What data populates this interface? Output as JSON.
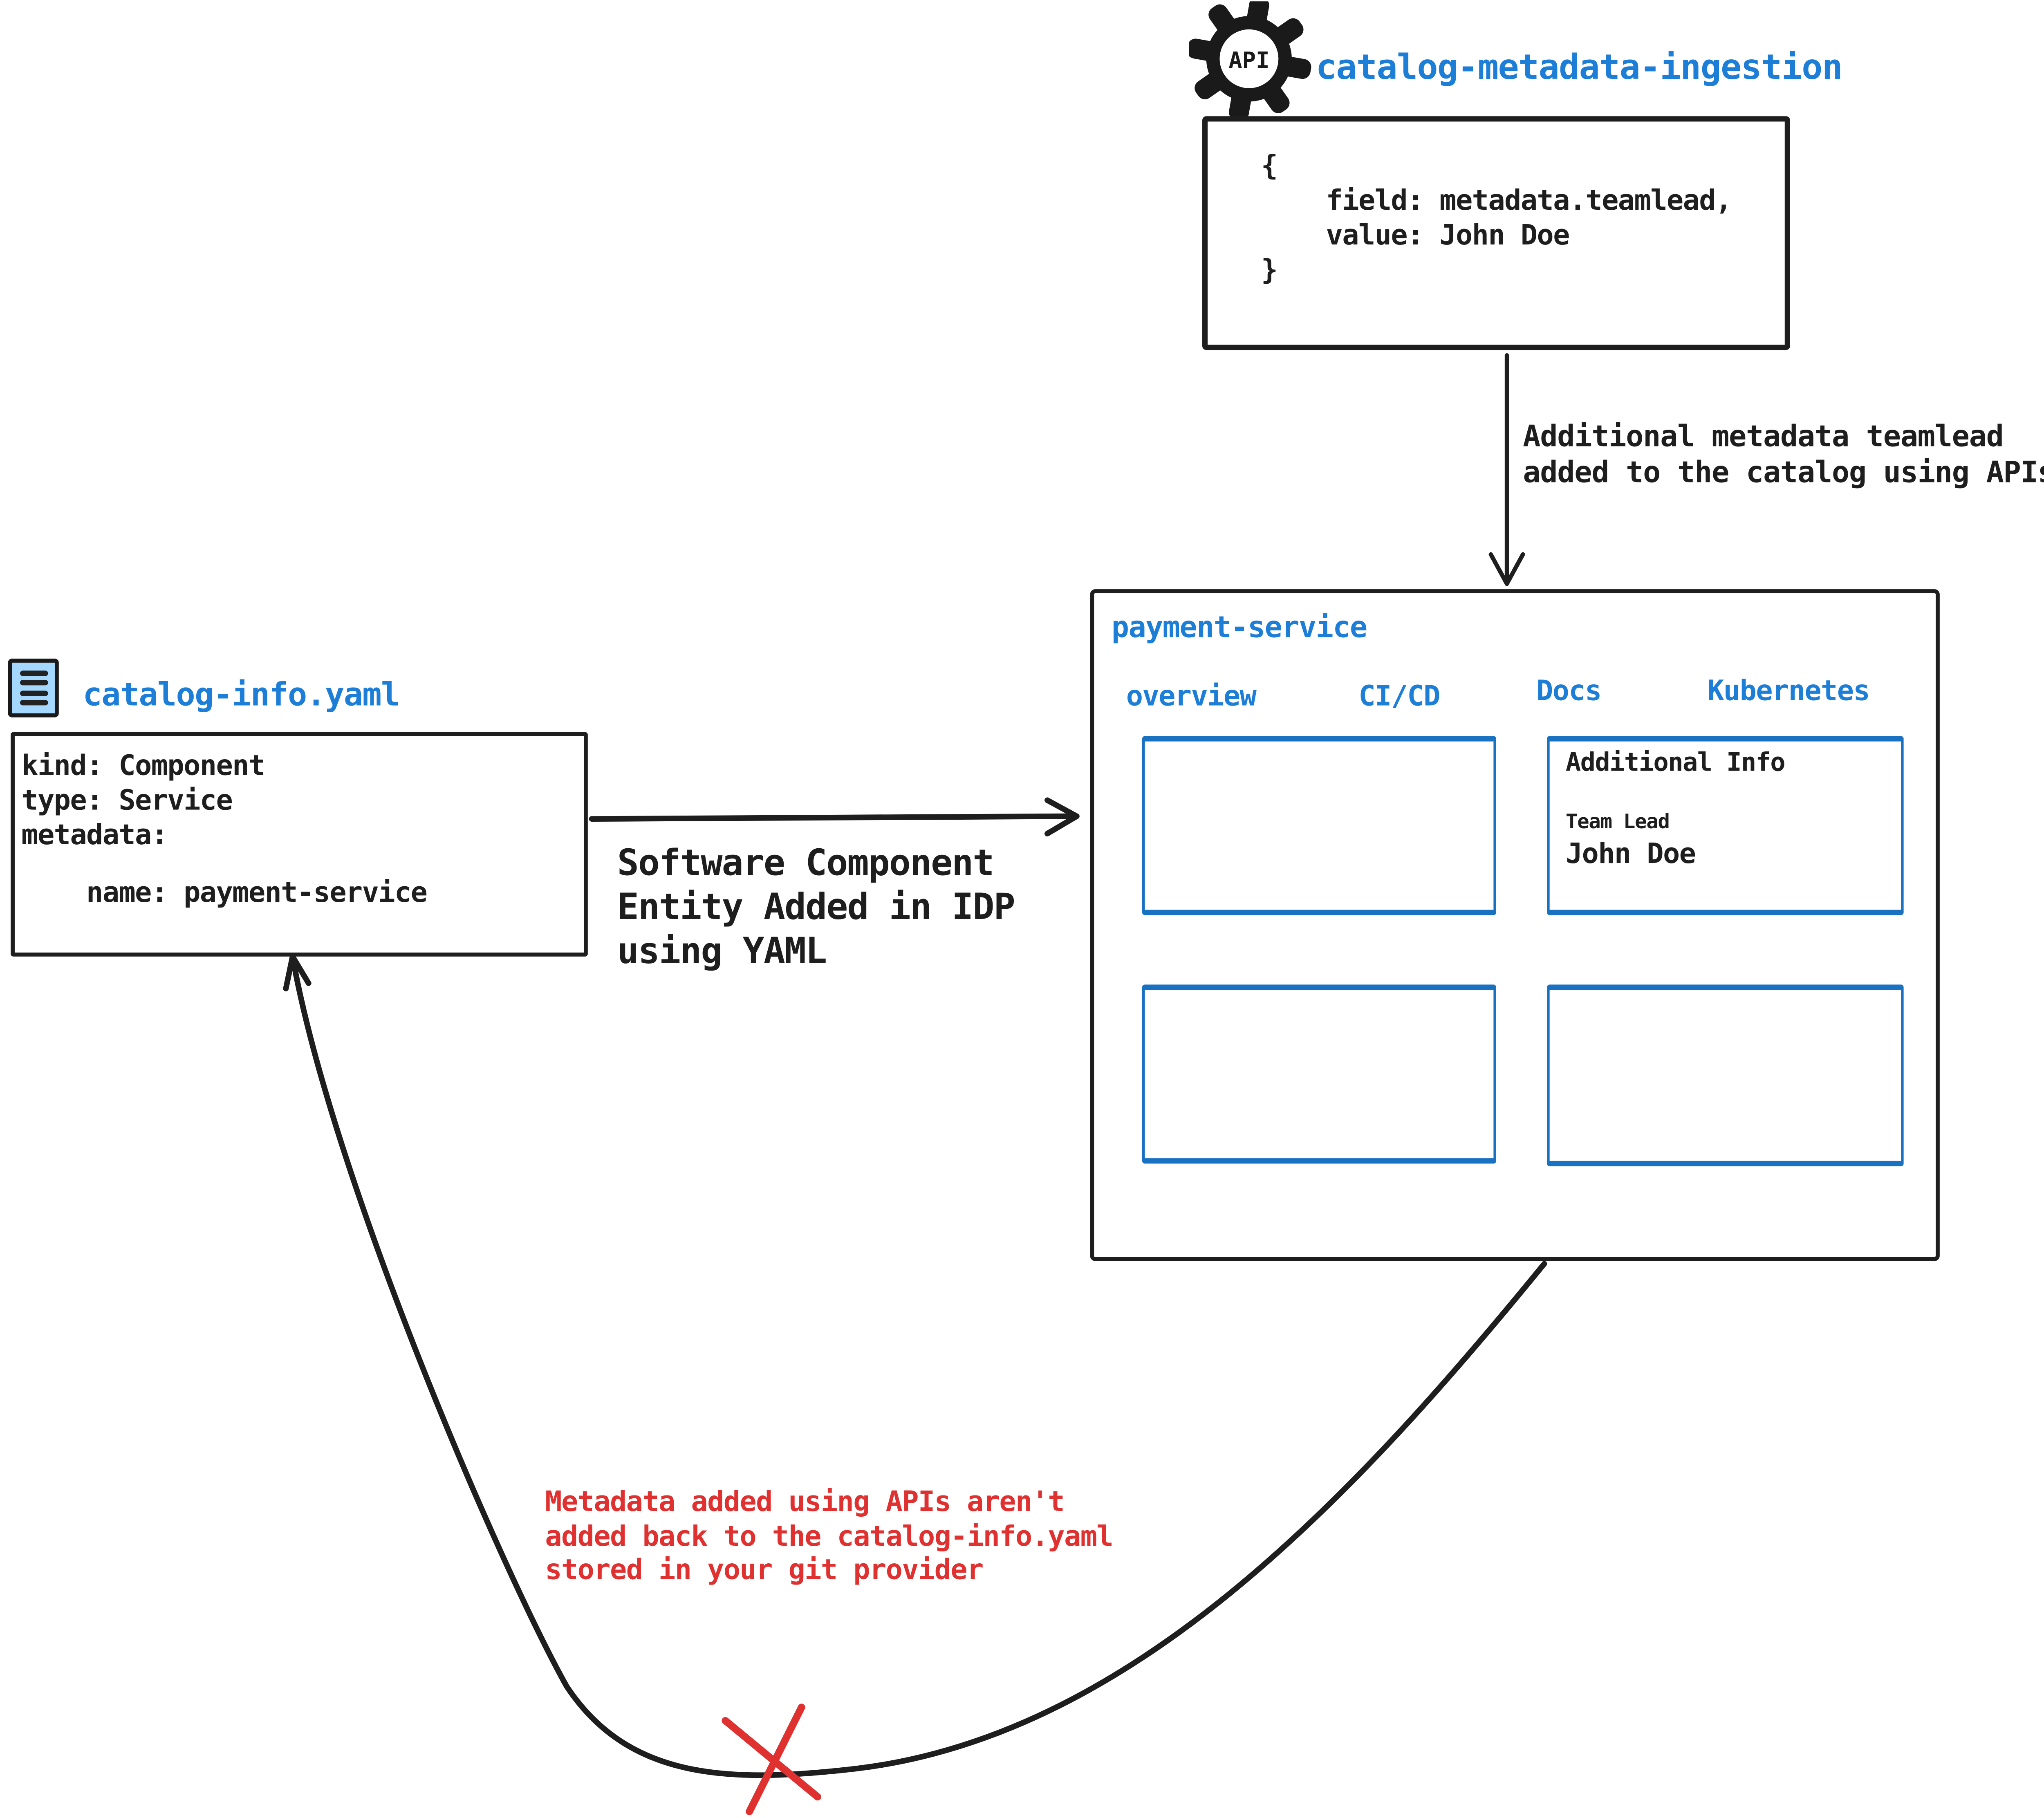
{
  "palette": {
    "blue_text": "#1c7ed6",
    "blue_border": "#1971c2",
    "ink_black": "#1e1e1e",
    "red": "#e03131",
    "doc_icon_fill": "#a5d8ff"
  },
  "api_node": {
    "icon": "api-gear-icon",
    "icon_label": "API",
    "title": "catalog-metadata-ingestion",
    "code_lines": [
      "{",
      "    field: metadata.teamlead,",
      "    value: John Doe",
      "}"
    ]
  },
  "api_arrow_label": {
    "line1": "Additional metadata teamlead",
    "line2": "added to the catalog using APIs"
  },
  "idp_panel": {
    "title": "payment-service",
    "tabs": [
      "overview",
      "CI/CD",
      "Docs",
      "Kubernetes"
    ],
    "docs_card": {
      "heading": "Additional Info",
      "field_label": "Team Lead",
      "field_value": "John Doe"
    }
  },
  "yaml_node": {
    "icon": "yaml-file-icon",
    "title": "catalog-info.yaml",
    "lines": [
      "kind: Component",
      "type: Service",
      "metadata:",
      "    name: payment-service"
    ]
  },
  "yaml_arrow_label": {
    "line1": "Software Component",
    "line2": "Entity Added in IDP",
    "line3": "using YAML"
  },
  "feedback_note": {
    "line1": "Metadata added using APIs aren't",
    "line2": "added back to the catalog-info.yaml",
    "line3": "stored in your git provider"
  }
}
